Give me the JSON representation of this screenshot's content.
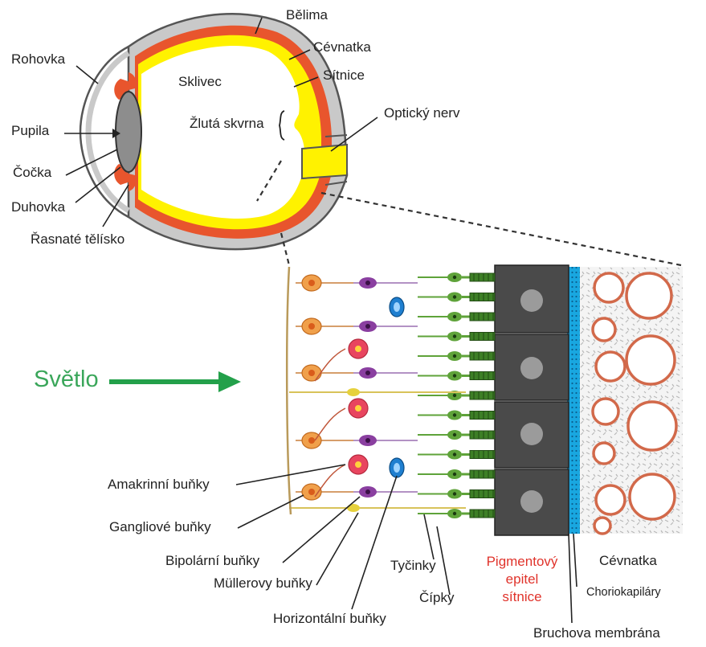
{
  "eye_labels": {
    "belima": "Bělima",
    "cevnatka": "Cévnatka",
    "sitnice": "Sítnice",
    "rohovka": "Rohovka",
    "sklivec": "Sklivec",
    "zluta_skvrna": "Žlutá skvrna",
    "opticky_nerv": "Optický nerv",
    "pupila": "Pupila",
    "cocka": "Čočka",
    "duhovka": "Duhovka",
    "rasnate": "Řasnaté tělísko"
  },
  "light_label": "Světlo",
  "retina_labels": {
    "amakrinni": "Amakrinní buňky",
    "gangliove": "Gangliové buňky",
    "bipolarni": "Bipolární buňky",
    "mullerovy": "Müllerovy buňky",
    "horizontalni": "Horizontální buňky",
    "tycinky": "Tyčinky",
    "cipky": "Čípky",
    "pigment_1": "Pigmentový",
    "pigment_2": "epitel",
    "pigment_3": "sítnice",
    "cevnatka2": "Cévnatka",
    "choriokapilary": "Choriokapiláry",
    "bruchova": "Bruchova membrána"
  },
  "colors": {
    "sclera": "#c9c9c9",
    "choroid": "#e8552d",
    "retina": "#fff200",
    "ganglion": "#f0a04b",
    "bipolar": "#8a3fa0",
    "amacrine": "#e8455f",
    "horizontal": "#1f7fd0",
    "photoreceptor": "#5fa33a",
    "rpe": "#4a4a4a",
    "bruch": "#19a7e0",
    "vessel": "#d2694a",
    "light_arrow": "#23a04a",
    "pigment_text": "#e0332b"
  }
}
